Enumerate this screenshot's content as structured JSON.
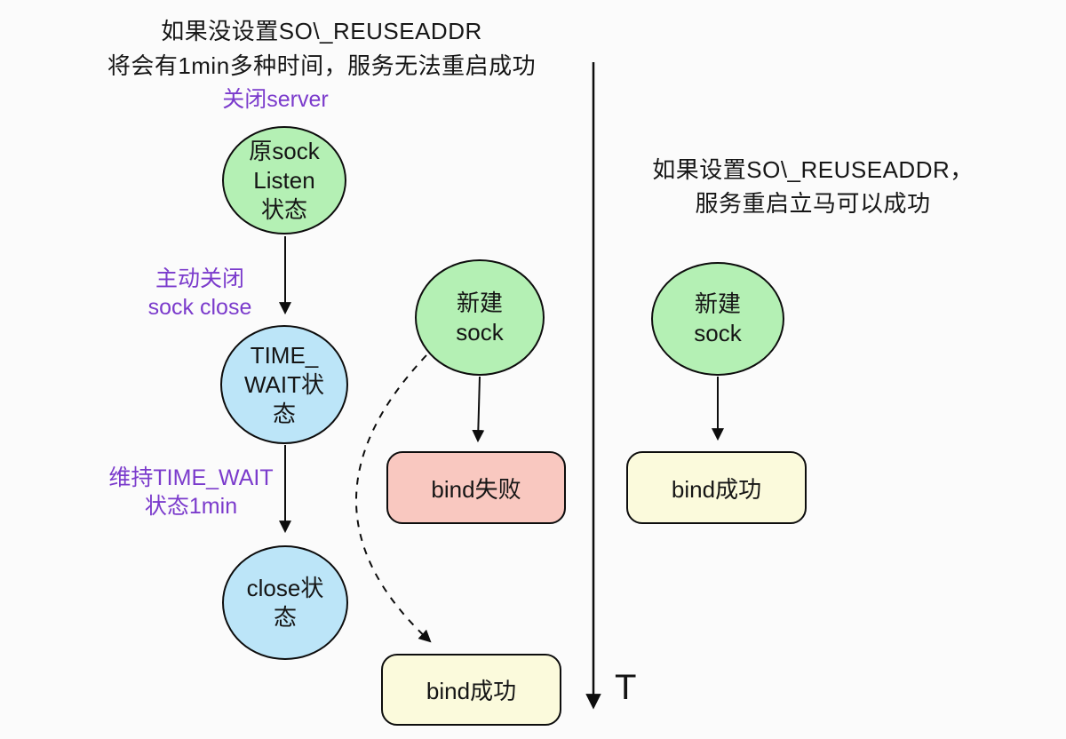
{
  "colors": {
    "node_green": "#b4f0b4",
    "node_blue": "#bce5f8",
    "box_pink": "#f9c8c0",
    "box_yellow": "#fbfadc",
    "annotation_purple": "#7b3bcc",
    "line_black": "#0d0d0d",
    "background": "#fbfbfb"
  },
  "left": {
    "heading": "如果没设置SO\\_REUSEADDR\n将会有1min多种时间，服务无法重启成功",
    "label_close_server": "关闭server",
    "label_active_close": "主动关闭\nsock close",
    "label_keep_timewait": "维持TIME_WAIT\n状态1min",
    "node_orig_sock": "原sock\nListen\n状态",
    "node_timewait": "TIME_\nWAIT状\n态",
    "node_close": "close状\n态"
  },
  "middle": {
    "node_new_sock": "新建\nsock",
    "box_bind_fail": "bind失败",
    "box_bind_success": "bind成功"
  },
  "right": {
    "heading": "如果设置SO\\_REUSEADDR，\n服务重启立马可以成功",
    "node_new_sock": "新建\nsock",
    "box_bind_success": "bind成功"
  },
  "timeline": {
    "label": "T"
  }
}
